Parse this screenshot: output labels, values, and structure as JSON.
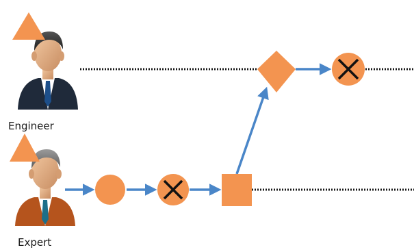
{
  "actors": [
    {
      "id": "engineer",
      "label": "Engineer",
      "suit_color": "#1f2a3a",
      "shirt_color": "#ffffff",
      "tie_color": "#1d4f8a"
    },
    {
      "id": "expert",
      "label": "Expert",
      "suit_color": "#b5541d",
      "shirt_color": "#ffffff",
      "tie_color": "#1d6f8a"
    }
  ],
  "colors": {
    "node_fill": "#f39450",
    "arrow": "#4a86c8",
    "dotted_line": "#1a1a1a",
    "x_mark": "#111111"
  },
  "lanes": [
    {
      "actor": "engineer",
      "nodes": [
        "diamond",
        "circle-x"
      ]
    },
    {
      "actor": "expert",
      "nodes": [
        "circle",
        "circle-x",
        "square"
      ]
    }
  ],
  "icons": {
    "actor_badge": "triangle-icon",
    "start_node": "circle-icon",
    "cancel_node": "x-circle-icon",
    "task_node": "square-icon",
    "decision_node": "diamond-icon"
  }
}
